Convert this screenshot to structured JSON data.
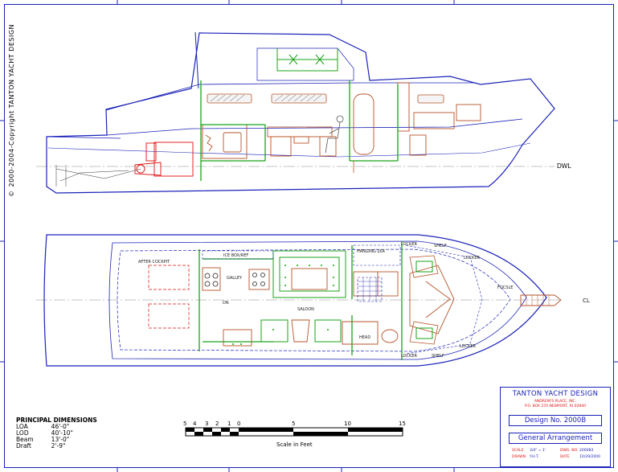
{
  "copyright": "2000-2004-Copyright TANTON YACHT DESIGN",
  "copyright_symbol": "©",
  "waterline_label": "DWL",
  "plan_labels": {
    "after_cockpit": "AFTER COCKPIT",
    "ice_box": "ICE BOX/REF",
    "galley": "GALLEY",
    "saloon": "SALOON",
    "head": "HEAD",
    "locker_top1": "LOCKER",
    "locker_top2": "LOCKER",
    "locker_bot1": "LOCKER",
    "locker_bot2": "LOCKER",
    "shelf_top": "SHELF",
    "shelf_bot": "SHELF",
    "fo_c_sle": "FOCSLE",
    "dn": "DN",
    "hanging": "HANGING LKR",
    "center": "CL"
  },
  "principal_dimensions": {
    "title": "PRINCIPAL DIMENSIONS",
    "rows": [
      {
        "label": "LOA",
        "value": "46'-0\""
      },
      {
        "label": "LOD",
        "value": "40'-10\""
      },
      {
        "label": "Beam",
        "value": "13'-0\""
      },
      {
        "label": "Draft",
        "value": "2'-9\""
      }
    ]
  },
  "scale_bar": {
    "ticks": [
      "5",
      "4",
      "3",
      "2",
      "1",
      "0",
      "5",
      "10",
      "15"
    ],
    "caption": "Scale in Feet"
  },
  "title_block": {
    "firm": "TANTON YACHT DESIGN",
    "sub1": "ANDREW'S PLACE, INC.",
    "sub2": "P.O. BOX 270 NEWPORT, RI 02840",
    "design_no": "Design No. 2000B",
    "drawing": "General Arrangement",
    "scale_lbl": "SCALE",
    "scale_val": "3/4\" = 1'",
    "dwg_lbl": "DWG. NO.",
    "dwg_val": "2000B3",
    "drawn_lbl": "DRAWN",
    "drawn_val": "Y.H.T.",
    "date_lbl": "DATE",
    "date_val": "10/29/2000"
  }
}
